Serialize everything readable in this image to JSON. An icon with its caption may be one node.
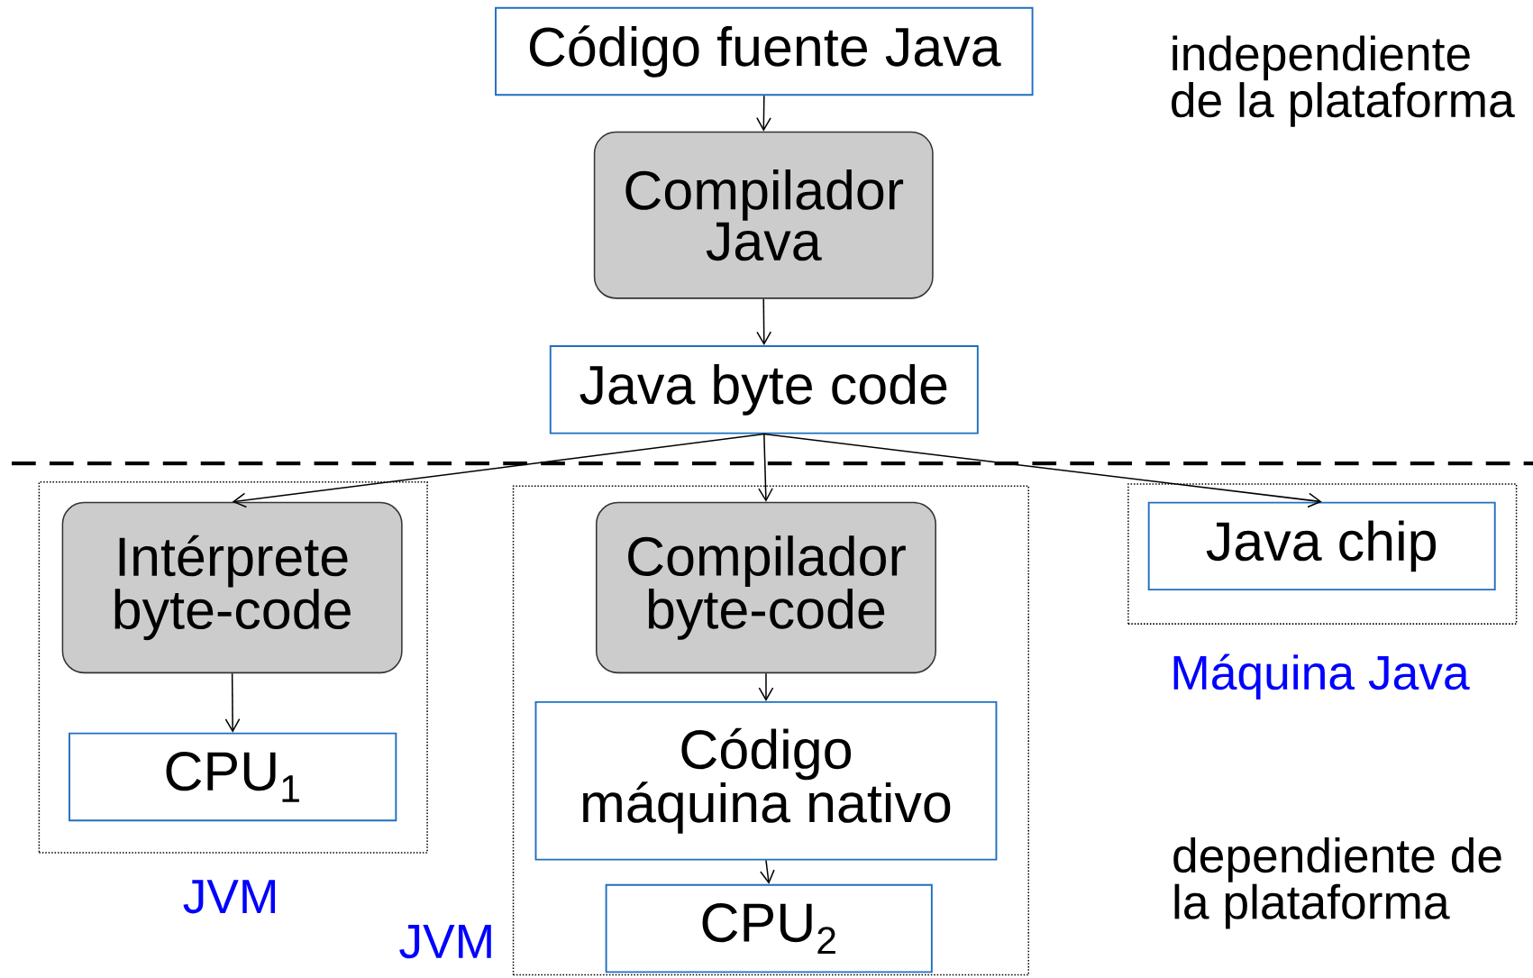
{
  "diagram": {
    "nodes": [
      {
        "text": [
          "Código fuente Java"
        ]
      },
      {
        "text": [
          "Compilador Java"
        ]
      },
      {
        "text": [
          "Java byte code"
        ]
      },
      {
        "text": [
          "JVM"
        ]
      },
      {
        "text": [
          "Intérprete byte-code"
        ],
        "in": 3
      },
      {
        "text": [
          "CPU$_{1}$"
        ],
        "in": 3
      },
      {
        "text": [
          "JVM"
        ]
      },
      {
        "text": [
          "Compilador byte-code"
        ],
        "in": 6
      },
      {
        "text": [
          "Código máquina nativo"
        ],
        "in": 6
      },
      {
        "text": [
          "CPU$_{2}$"
        ],
        "in": 6
      },
      {
        "text": [
          "Máquina Java"
        ]
      },
      {
        "text": [
          "Java chip"
        ],
        "in": 10
      }
    ],
    "edges": [
      {
        "from": 0,
        "to": 1,
        "arrow": "to"
      },
      {
        "from": 1,
        "to": 2,
        "arrow": "to"
      },
      {
        "from": 2,
        "to": 4,
        "arrow": "to"
      },
      {
        "from": 2,
        "to": 7,
        "arrow": "to"
      },
      {
        "from": 2,
        "to": 11,
        "arrow": "to"
      },
      {
        "from": 4,
        "to": 5,
        "arrow": "to"
      },
      {
        "from": 7,
        "to": 8,
        "arrow": "to"
      },
      {
        "from": 8,
        "to": 9,
        "arrow": "to"
      }
    ],
    "labels": [
      "independiente de la plataforma",
      "dependiente de la plataforma"
    ]
  }
}
